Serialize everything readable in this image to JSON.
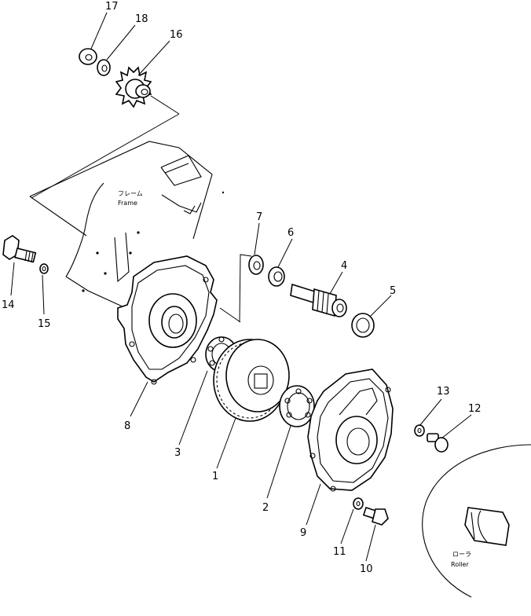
{
  "callouts": {
    "p1": "1",
    "p2": "2",
    "p3": "3",
    "p4": "4",
    "p5": "5",
    "p6": "6",
    "p7": "7",
    "p8": "8",
    "p9": "9",
    "p10": "10",
    "p11": "11",
    "p12": "12",
    "p13": "13",
    "p14": "14",
    "p15": "15",
    "p16": "16",
    "p17": "17",
    "p18": "18"
  },
  "labels": {
    "frame_jp": "フレーム",
    "frame_en": "Frame",
    "roller_jp": "ローラ",
    "roller_en": "Roller"
  }
}
